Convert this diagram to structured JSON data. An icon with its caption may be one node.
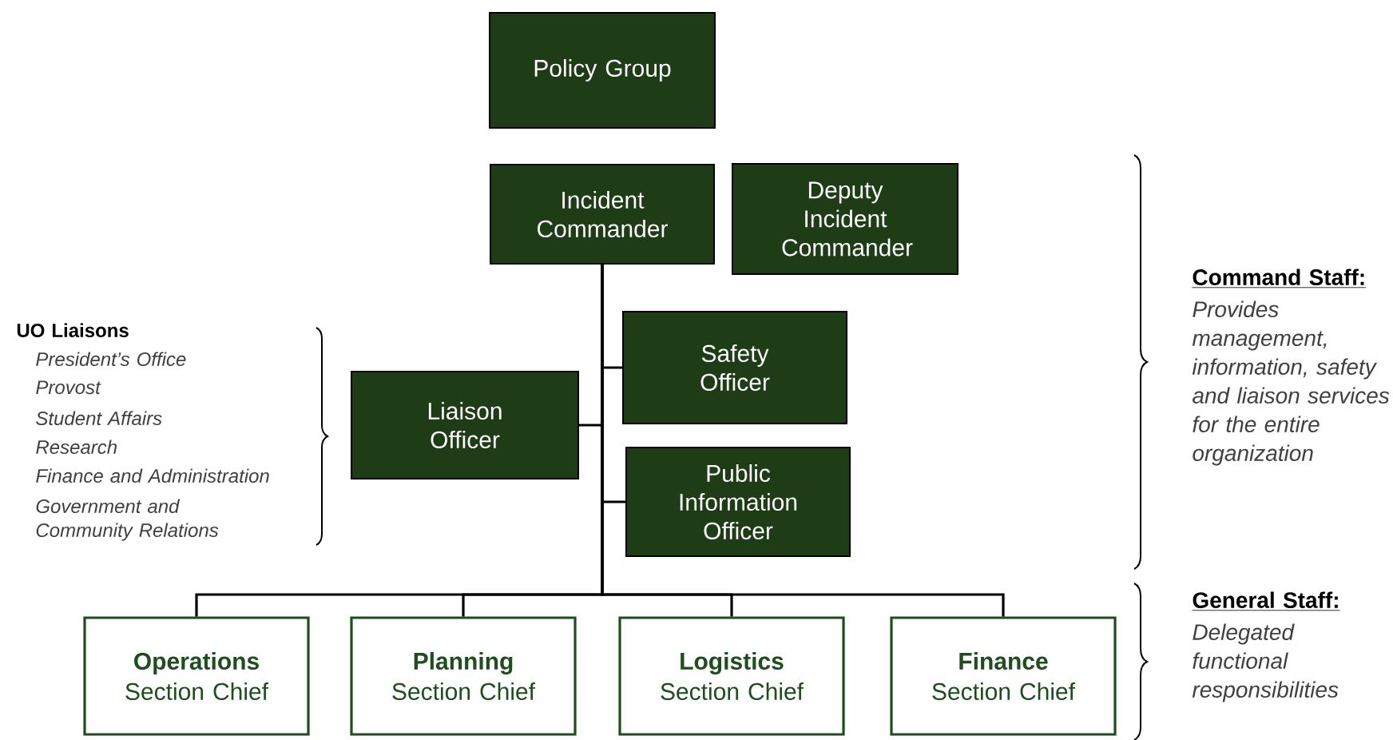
{
  "diagram": {
    "nodes": [
      {
        "text": [
          "Policy Group"
        ]
      },
      {
        "text": [
          "Incident Commander"
        ]
      },
      {
        "text": [
          "Deputy Incident Commander"
        ]
      },
      {
        "text": [
          "Safety Officer"
        ]
      },
      {
        "text": [
          "Liaison Officer"
        ]
      },
      {
        "text": [
          "Public Information Officer"
        ]
      },
      {
        "text": [
          "Operations",
          "Section Chief"
        ]
      },
      {
        "text": [
          "Planning",
          "Section Chief"
        ]
      },
      {
        "text": [
          "Logistics",
          "Section Chief"
        ]
      },
      {
        "text": [
          "Finance",
          "Section Chief"
        ]
      }
    ],
    "edges": [
      {
        "from": 1,
        "to": 3,
        "arrow": "none"
      },
      {
        "from": 1,
        "to": 4,
        "arrow": "none"
      },
      {
        "from": 1,
        "to": 5,
        "arrow": "none"
      },
      {
        "from": 1,
        "to": 6,
        "arrow": "none"
      },
      {
        "from": 1,
        "to": 7,
        "arrow": "none"
      },
      {
        "from": 1,
        "to": 8,
        "arrow": "none"
      },
      {
        "from": 1,
        "to": 9,
        "arrow": "none"
      }
    ],
    "labels": [
      "UO Liaisons",
      "President’s Office",
      "Provost",
      "Student Affairs",
      "Research",
      "Finance and Administration",
      "Government and Community Relations",
      "Command Staff:",
      "Provides management, information, safety and liaison services for the entire organization",
      "General Staff:",
      "Delegated functional responsibilities"
    ]
  }
}
